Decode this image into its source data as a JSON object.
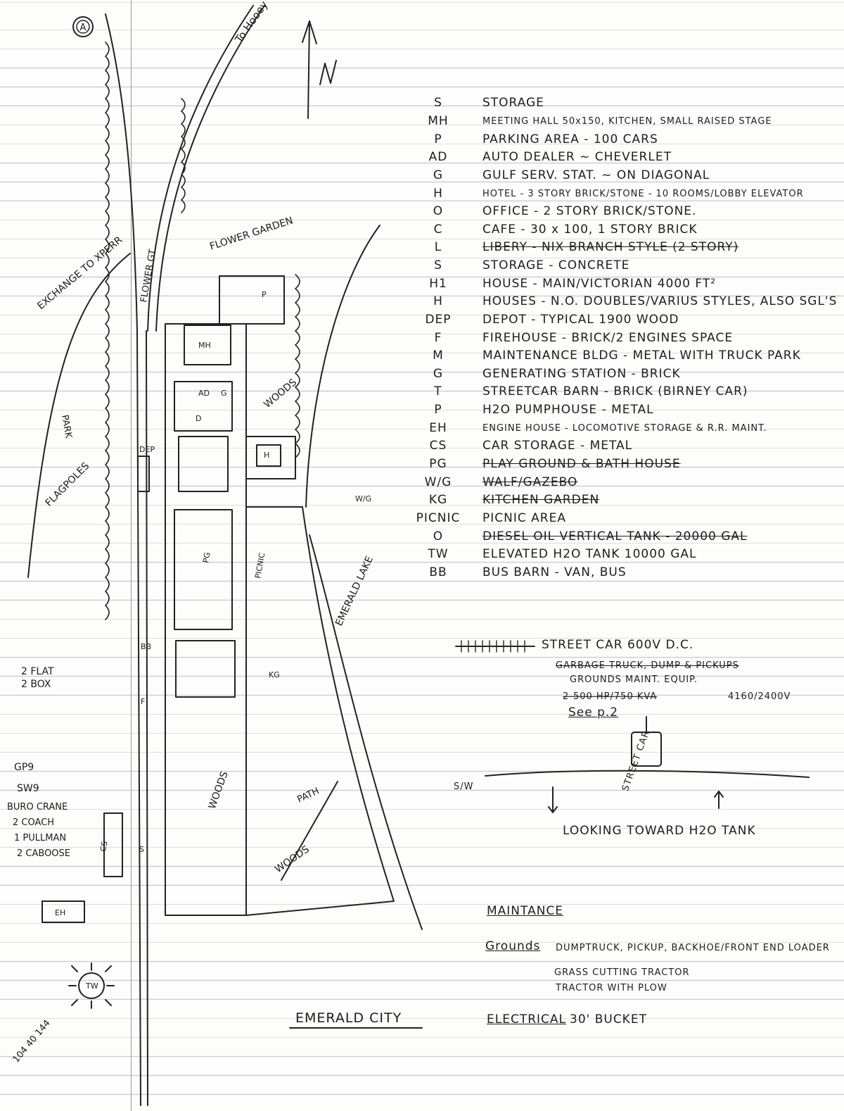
{
  "map": {
    "badge": "A",
    "title": "EMERALD CITY",
    "page_number": "104 40 144",
    "labels": {
      "to_hooey": "To Hooey",
      "flower_garden": "FLOWER GARDEN",
      "flower_gt": "FLOWER GT.",
      "exchange": "EXCHANGE TO XPERR",
      "park": "PARK",
      "flagpoles": "FLAGPOLES",
      "woods_1": "WOODS",
      "woods_2": "WOODS",
      "woods_3": "WOODS",
      "emerald_lake": "EMERALD LAKE",
      "path": "PATH",
      "roster": [
        "2 FLAT",
        "2 BOX",
        "GP9",
        "SW9",
        "BURO CRANE",
        "2 COACH",
        "1 PULLMAN",
        "2 CABOOSE"
      ],
      "buildings": [
        "P",
        "MH",
        "AD",
        "G",
        "D",
        "H",
        "W/G",
        "KG",
        "PICNIC",
        "DEP",
        "BB",
        "F",
        "EH",
        "CS",
        "TW",
        "S",
        "PG"
      ]
    }
  },
  "legend": [
    {
      "code": "S",
      "desc": "STORAGE"
    },
    {
      "code": "MH",
      "desc": "MEETING HALL   50x150, KITCHEN, SMALL RAISED STAGE"
    },
    {
      "code": "P",
      "desc": "PARKING AREA - 100 CARS"
    },
    {
      "code": "AD",
      "desc": "AUTO DEALER ~ CHEVERLET"
    },
    {
      "code": "G",
      "desc": "GULF SERV. STAT. ~ ON DIAGONAL"
    },
    {
      "code": "H",
      "desc": "HOTEL - 3 STORY BRICK/STONE - 10 ROOMS/LOBBY ELEVATOR"
    },
    {
      "code": "O",
      "desc": "OFFICE - 2 STORY BRICK/STONE."
    },
    {
      "code": "C",
      "desc": "CAFE - 30 x 100, 1 STORY BRICK"
    },
    {
      "code": "L",
      "desc": "LIBERY - NIX BRANCH STYLE (2 STORY)"
    },
    {
      "code": "S",
      "desc": "STORAGE - CONCRETE"
    },
    {
      "code": "H1",
      "desc": "HOUSE - MAIN/VICTORIAN 4000 FT²"
    },
    {
      "code": "H",
      "desc": "HOUSES - N.O. DOUBLES/VARIUS STYLES, ALSO SGL'S"
    },
    {
      "code": "DEP",
      "desc": "DEPOT - TYPICAL 1900 WOOD"
    },
    {
      "code": "F",
      "desc": "FIREHOUSE - BRICK/2 ENGINES SPACE"
    },
    {
      "code": "M",
      "desc": "MAINTENANCE BLDG - METAL WITH TRUCK PARK"
    },
    {
      "code": "G",
      "desc": "GENERATING STATION - BRICK"
    },
    {
      "code": "T",
      "desc": "STREETCAR BARN - BRICK (BIRNEY CAR)"
    },
    {
      "code": "P",
      "desc": "H2O PUMPHOUSE - METAL"
    },
    {
      "code": "EH",
      "desc": "ENGINE HOUSE - LOCOMOTIVE STORAGE & R.R. MAINT."
    },
    {
      "code": "CS",
      "desc": "CAR STORAGE - METAL"
    },
    {
      "code": "PG",
      "desc": "PLAY GROUND & BATH HOUSE"
    },
    {
      "code": "W/G",
      "desc": "WALF/GAZEBO"
    },
    {
      "code": "KG",
      "desc": "KITCHEN GARDEN"
    },
    {
      "code": "PICNIC",
      "desc": "PICNIC AREA"
    },
    {
      "code": "O",
      "desc": "DIESEL OIL VERTICAL TANK - 20000 GAL"
    },
    {
      "code": "TW",
      "desc": "ELEVATED H2O TANK  10000 GAL"
    },
    {
      "code": "BB",
      "desc": "BUS BARN - VAN, BUS"
    }
  ],
  "notes": {
    "streetcar": "STREET CAR   600V D.C.",
    "garbage": "GARBAGE TRUCK, DUMP & PICKUPS",
    "grounds_equip": "GROUNDS MAINT. EQUIP.",
    "power_struck": "2-500 HP/750 KVA",
    "power_voltage": "4160/2400V",
    "see_page": "See p.2",
    "sw_label": "S/W",
    "street_car_label": "STREET CAR",
    "looking_toward": "LOOKING TOWARD H2O TANK",
    "maintance": "MAINTANCE",
    "grounds_label": "Grounds",
    "grounds_line1": "DUMPTRUCK, PICKUP, BACKHOE/FRONT END LOADER",
    "grounds_line2": "GRASS CUTTING TRACTOR",
    "grounds_line3": "TRACTOR WITH PLOW",
    "electrical_label": "ELECTRICAL",
    "electrical_value": "30' BUCKET"
  }
}
